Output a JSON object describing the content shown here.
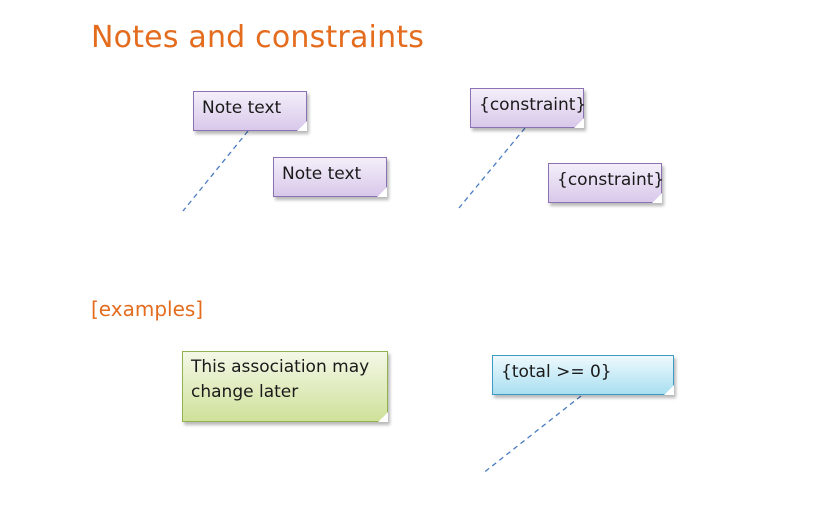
{
  "title": "Notes and constraints",
  "examples_label": "[examples]",
  "notes": {
    "note_attached": "Note text",
    "note_free": "Note text",
    "constraint_attached": "{constraint}",
    "constraint_free": "{constraint}",
    "example_note": "This association may change later",
    "example_constraint": "{total >= 0}"
  },
  "colors": {
    "accent": "#e46c1f",
    "note_purple": "#d8c8ea",
    "note_green": "#cfe19a",
    "note_blue": "#a9dff1",
    "connector": "#4a7cc0"
  }
}
